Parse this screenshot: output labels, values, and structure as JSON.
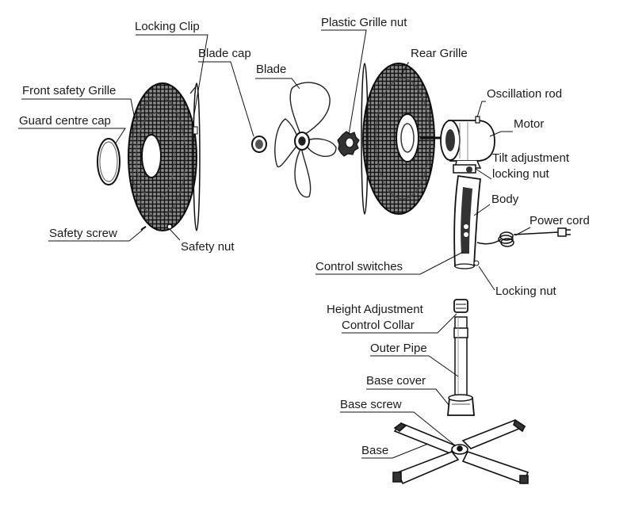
{
  "labels": {
    "locking_clip": "Locking Clip",
    "plastic_grille_nut": "Plastic Grille nut",
    "blade_cap": "Blade cap",
    "rear_grille": "Rear Grille",
    "blade": "Blade",
    "front_safety_grille": "Front safety Grille",
    "oscillation_rod": "Oscillation rod",
    "guard_centre_cap": "Guard centre cap",
    "motor": "Motor",
    "tilt_adjustment_1": "Tilt adjustment",
    "tilt_adjustment_2": "locking nut",
    "body": "Body",
    "power_cord": "Power cord",
    "safety_screw": "Safety screw",
    "safety_nut": "Safety nut",
    "control_switches": "Control switches",
    "locking_nut": "Locking nut",
    "height_adjustment_1": "Height Adjustment",
    "height_adjustment_2": "Control Collar",
    "outer_pipe": "Outer Pipe",
    "base_cover": "Base cover",
    "base_screw": "Base screw",
    "base": "Base"
  }
}
